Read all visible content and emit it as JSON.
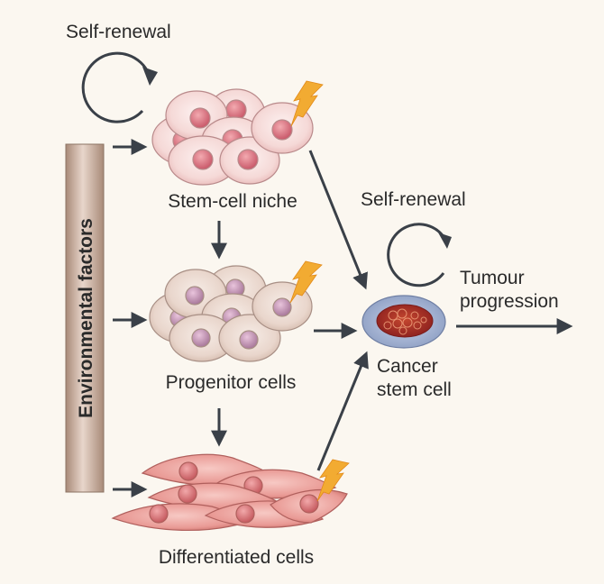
{
  "labels": {
    "self_renewal_top": "Self-renewal",
    "stem_cell_niche": "Stem-cell niche",
    "progenitor_cells": "Progenitor cells",
    "differentiated_cells": "Differentiated cells",
    "environmental_factors": "Environmental factors",
    "self_renewal_right": "Self-renewal",
    "tumour_line1": "Tumour",
    "tumour_line2": "progression",
    "cancer_line1": "Cancer",
    "cancer_line2": "stem cell"
  },
  "icons": {
    "self_renewal": "circular-arrow-icon",
    "mutation": "lightning-bolt-icon"
  },
  "colors": {
    "background": "#fbf7f0",
    "stem_cell_fill": "#f3d4d2",
    "stem_nucleus": "#d9737e",
    "progenitor_fill": "#e6d2c8",
    "progenitor_nucleus": "#c48fae",
    "differentiated_fill": "#e79d9a",
    "differentiated_nucleus": "#d46c70",
    "env_bar": "#b89a88",
    "cancer_outer": "#a9b8d6",
    "cancer_nucleus": "#a8302a",
    "lightning": "#f2ab32",
    "arrow": "#3a4048"
  }
}
